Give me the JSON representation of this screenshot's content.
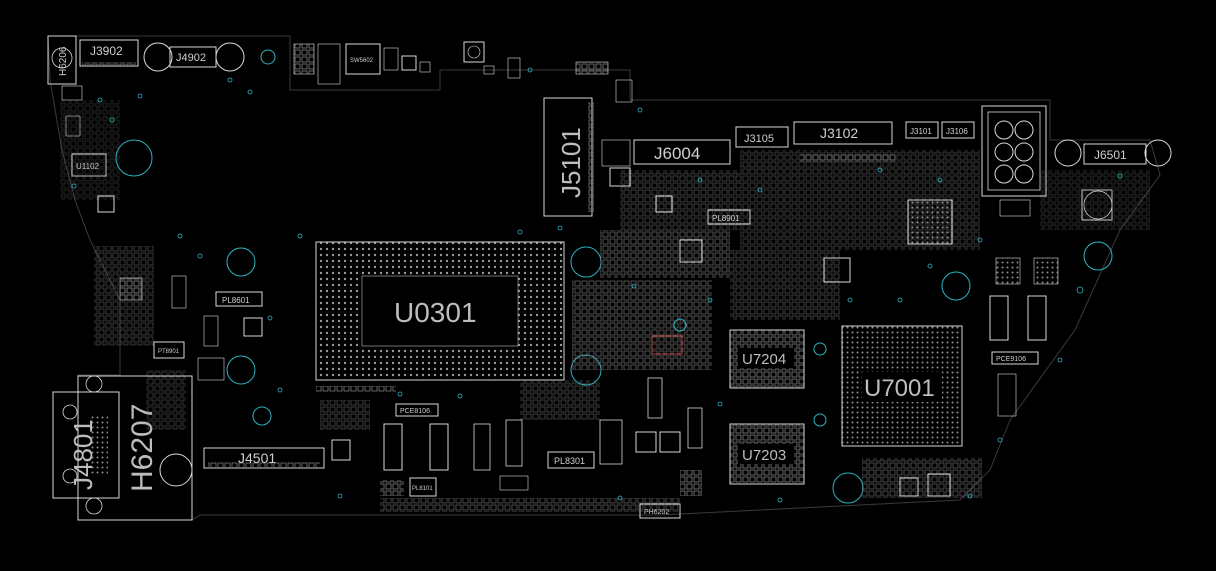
{
  "labels": {
    "h6206": "H6206",
    "j3902": "J3902",
    "j4902": "J4902",
    "sw5602": "SW5602",
    "j5101": "J5101",
    "j6004": "J6004",
    "j3105": "J3105",
    "j3102": "J3102",
    "j3101": "J3101",
    "j3106": "J3106",
    "j6501": "J6501",
    "u1102": "U1102",
    "u0301": "U0301",
    "u7204": "U7204",
    "u7001": "U7001",
    "u7203": "U7203",
    "j4801": "J4801",
    "h6207": "H6207",
    "j4501": "J4501",
    "pl8601": "PL8601",
    "pl8901": "PL8901",
    "pl8301": "PL8301",
    "pl8101": "PL8101",
    "pce8106": "PCE8106",
    "pce9106": "PCE9106",
    "pt8901": "PT8901",
    "ph6202": "PH6202"
  },
  "colors": {
    "background": "#000000",
    "outline": "#d9d9d9",
    "silkscreen": "#bdbdbd",
    "via": "#2bb3c0",
    "highlight": "#e05050"
  }
}
